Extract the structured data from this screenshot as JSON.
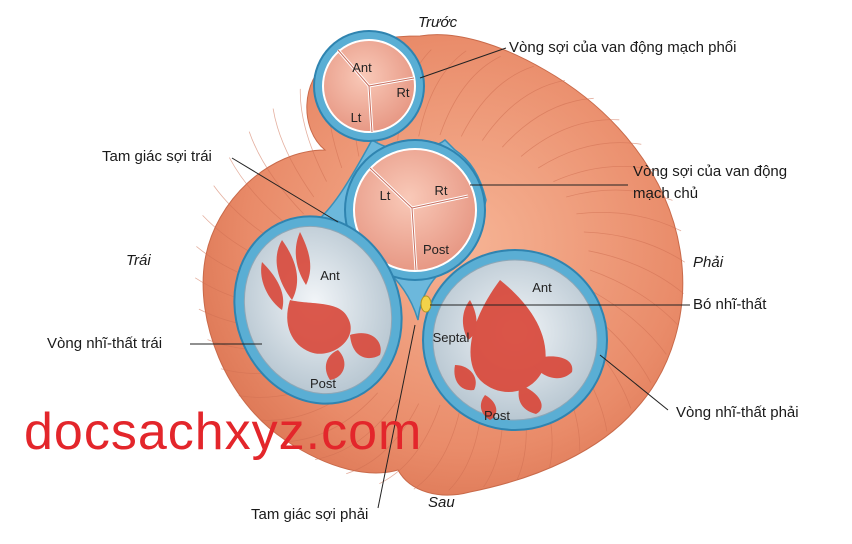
{
  "directions": {
    "anterior": "Trước",
    "posterior": "Sau",
    "left": "Trái",
    "right": "Phải"
  },
  "labels": {
    "pulmonary_ring": "Vòng sợi của van động mạch phổi",
    "aortic_ring_line1": "Vòng sợi của van động",
    "aortic_ring_line2": "mạch chủ",
    "left_trigone": "Tam giác sợi trái",
    "av_bundle": "Bó nhĩ-thất",
    "left_av_ring": "Vòng nhĩ-thất trái",
    "right_av_ring": "Vòng nhĩ-thất phải",
    "right_trigone": "Tam giác sợi phải"
  },
  "cusps": {
    "pulmonary": {
      "ant": "Ant",
      "rt": "Rt",
      "lt": "Lt"
    },
    "aortic": {
      "lt": "Lt",
      "rt": "Rt",
      "post": "Post"
    },
    "mitral": {
      "ant": "Ant",
      "post": "Post"
    },
    "tricuspid": {
      "ant": "Ant",
      "septal": "Septal",
      "post": "Post"
    }
  },
  "watermark": "docsachxyz.com",
  "colors": {
    "heart_tissue": "#e88a68",
    "fibrous_ring": "#5aaed4",
    "valve_leaflet": "#eea897",
    "av_orifice": "#c9d6df",
    "papillary": "#d9483a",
    "bundle": "#f2d34a",
    "watermark": "#e3262b"
  }
}
